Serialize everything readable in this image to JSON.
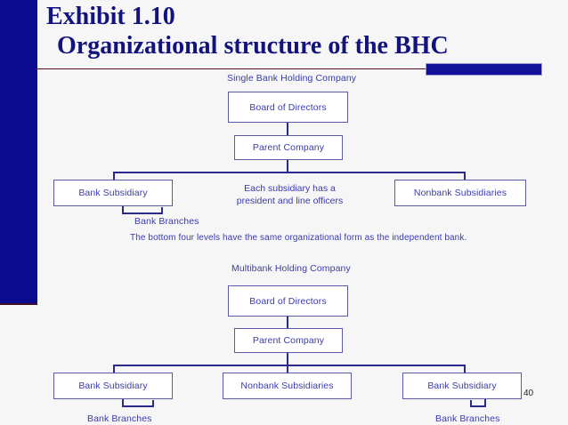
{
  "slide": {
    "title_line1": "Exhibit 1.10",
    "title_line2": "Organizational structure of the BHC",
    "page_number": "40",
    "accent_color": "#0b0b8f",
    "rule_color": "#5a1030",
    "node_text_color": "#3a3ab0",
    "connector_color": "#2a2a8c"
  },
  "diagram_single": {
    "caption": "Single Bank Holding Company",
    "board": "Board of Directors",
    "parent": "Parent Company",
    "bank_subsidiary": "Bank Subsidiary",
    "bank_branches": "Bank Branches",
    "nonbank_subsidiaries": "Nonbank Subsidiaries",
    "sidenote_line1": "Each subsidiary has a",
    "sidenote_line2": "president and line officers"
  },
  "footnote": "The bottom four levels have the same organizational form as the independent bank.",
  "diagram_multi": {
    "caption": "Multibank Holding Company",
    "board": "Board of Directors",
    "parent": "Parent Company",
    "bank_subsidiary_left": "Bank Subsidiary",
    "nonbank_subsidiaries": "Nonbank Subsidiaries",
    "bank_subsidiary_right": "Bank Subsidiary",
    "bank_branches_left": "Bank Branches",
    "bank_branches_right": "Bank Branches"
  }
}
